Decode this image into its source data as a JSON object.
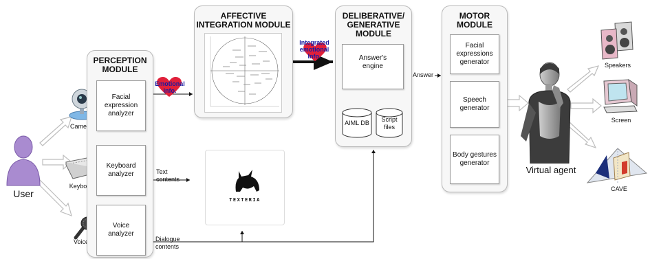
{
  "user": {
    "label": "User"
  },
  "inputs": {
    "camera": "Camera",
    "keyboard": "Keyboard",
    "voice": "Voice"
  },
  "perception": {
    "title": "PERCEPTION\nMODULE",
    "facial": "Facial\nexpression\nanalyzer",
    "keyboard": "Keyboard\nanalyzer",
    "voice": "Voice\nanalyzer"
  },
  "affective": {
    "title": "AFFECTIVE\nINTEGRATION MODULE"
  },
  "deliberative": {
    "title": "DELIBERATIVE/\nGENERATIVE\nMODULE",
    "engine": "Answer's\nengine",
    "aiml": "AIML DB",
    "script": "Script\nfiles"
  },
  "motor": {
    "title": "MOTOR\nMODULE",
    "facial": "Facial\nexpressions\ngenerator",
    "speech": "Speech\ngenerator",
    "body": "Body gestures\ngenerator"
  },
  "flows": {
    "emotional_info": "Emotional\nInfo.",
    "integrated": "Integrated\nemotional\nInfo.",
    "answer": "Answer",
    "text_contents": "Text\ncontents",
    "dialogue_contents": "Dialogue\ncontents"
  },
  "tool": {
    "name": "TEXTERIA"
  },
  "agent": {
    "label": "Virtual agent"
  },
  "outputs": {
    "speakers": "Speakers",
    "screen": "Screen",
    "cave": "CAVE"
  },
  "colors": {
    "heart": "#e0203a",
    "emotional_text": "#1a1aa0"
  }
}
